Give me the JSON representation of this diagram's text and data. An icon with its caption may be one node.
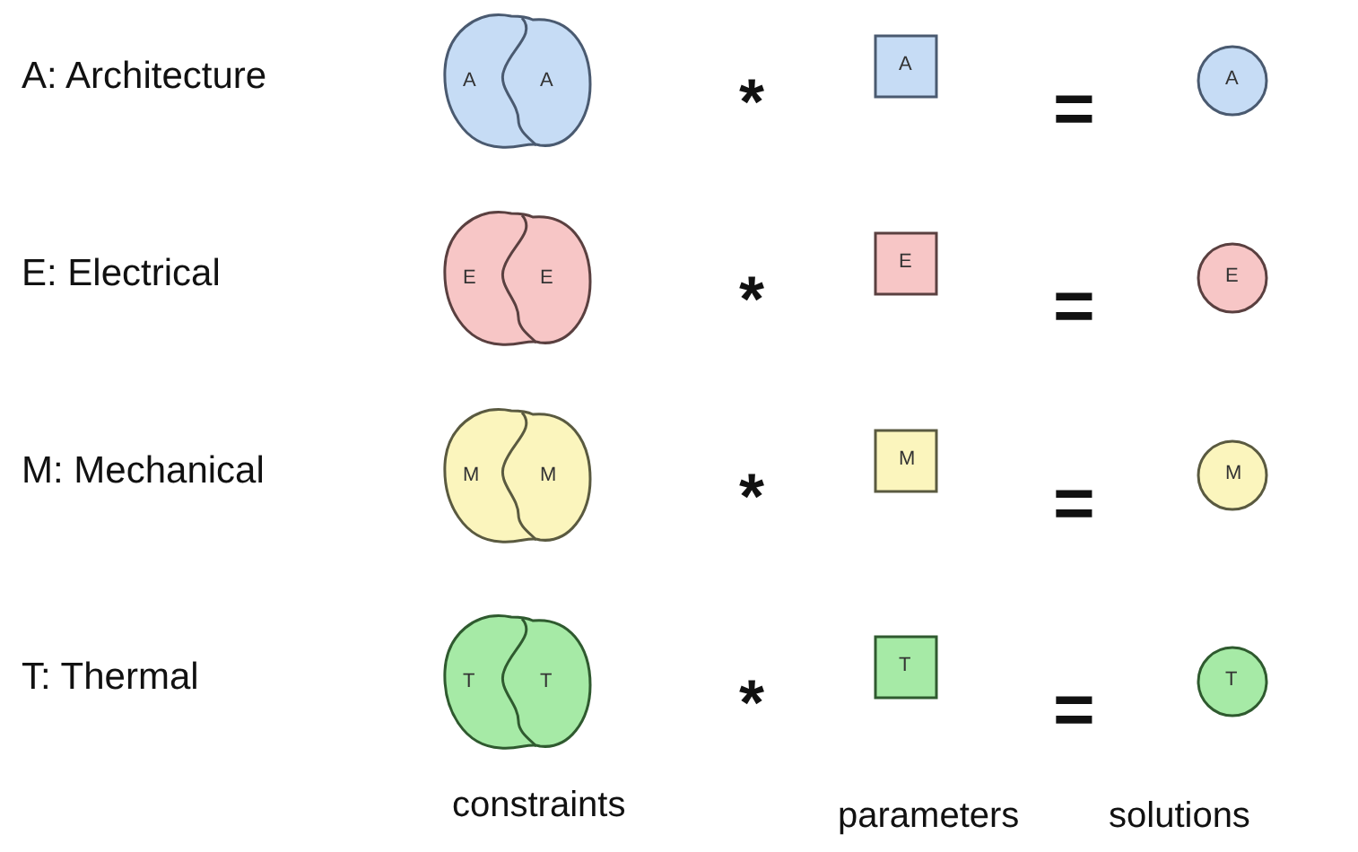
{
  "diagram": {
    "nodes": [
      {
        "text": [
          "A",
          "A"
        ]
      },
      {
        "text": [
          "A"
        ]
      },
      {
        "text": [
          "A"
        ]
      },
      {
        "text": [
          "E",
          "E"
        ]
      },
      {
        "text": [
          "E"
        ]
      },
      {
        "text": [
          "E"
        ]
      },
      {
        "text": [
          "M",
          "M"
        ]
      },
      {
        "text": [
          "M"
        ]
      },
      {
        "text": [
          "M"
        ]
      },
      {
        "text": [
          "T",
          "T"
        ]
      },
      {
        "text": [
          "T"
        ]
      },
      {
        "text": [
          "T"
        ]
      }
    ],
    "edges": [],
    "labels": [
      "A: Architecture",
      "*",
      "=",
      "E: Electrical",
      "*",
      "=",
      "M: Mechanical",
      "*",
      "=",
      "T: Thermal",
      "*",
      "=",
      "constraints",
      "parameters",
      "solutions"
    ]
  }
}
